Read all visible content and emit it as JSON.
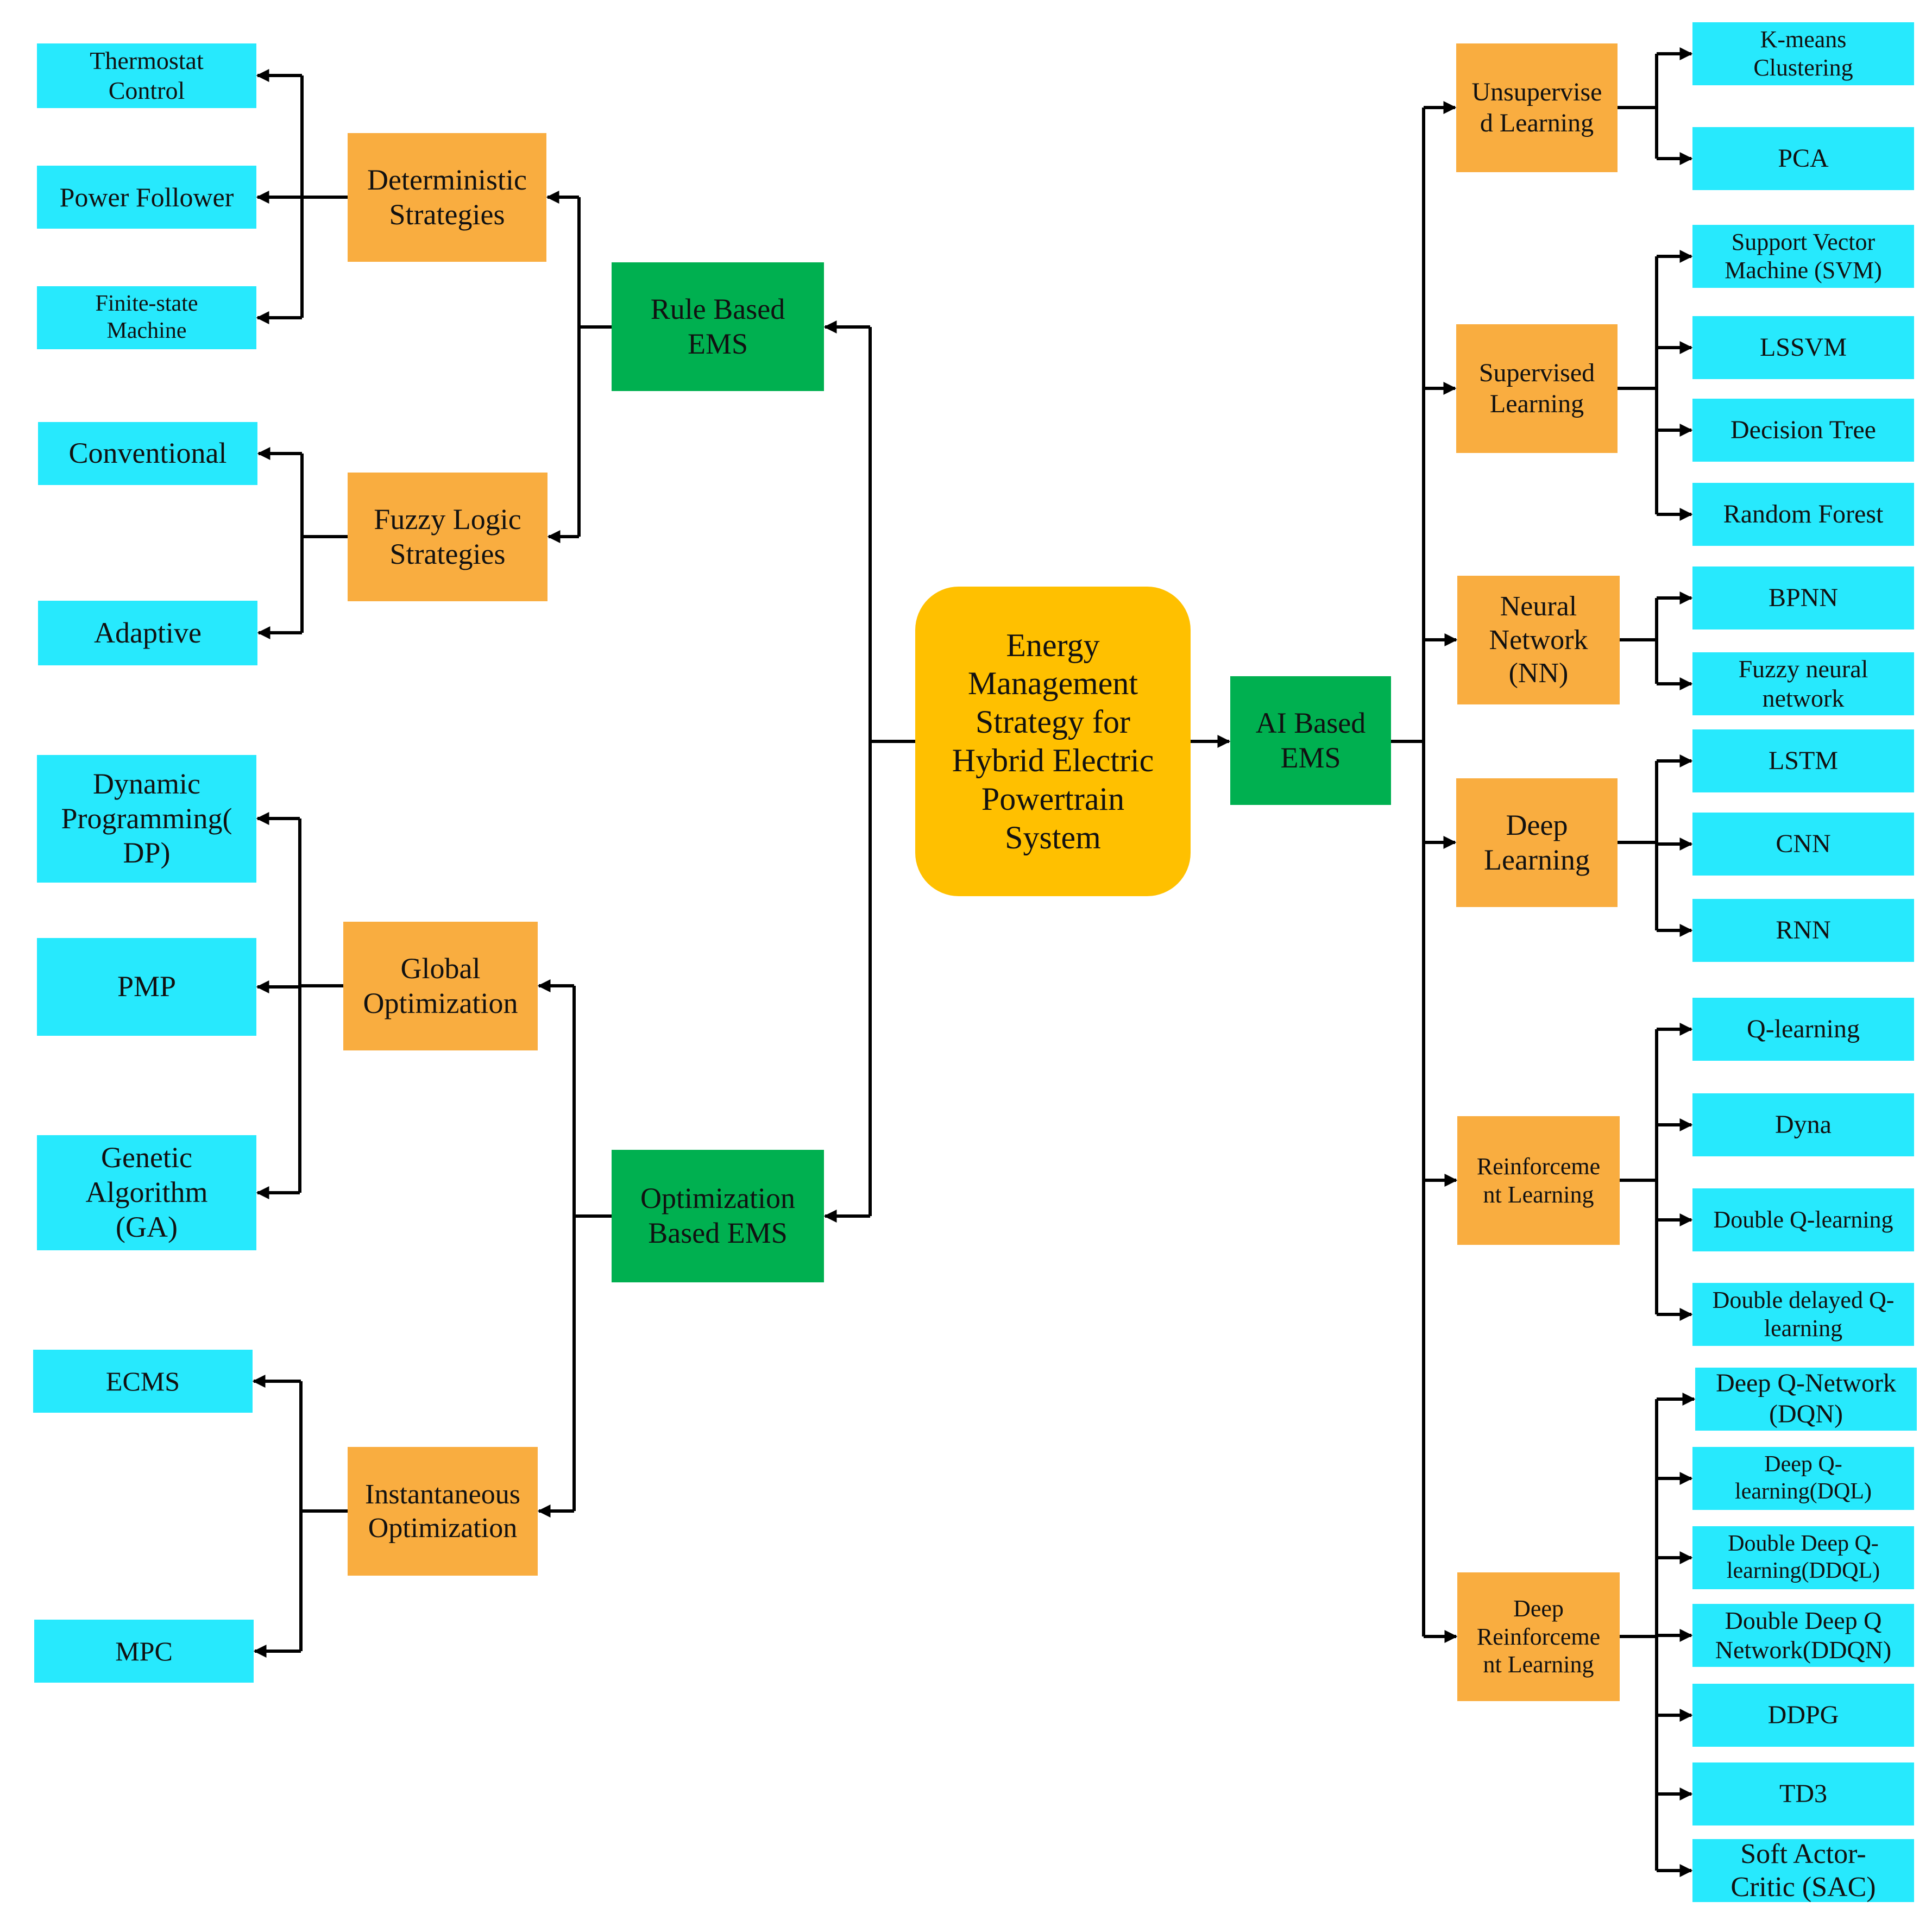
{
  "colors": {
    "root": "#FFC000",
    "ems": "#00B050",
    "category": "#F9AD40",
    "method": "#27E9FD",
    "line": "#000000"
  },
  "root": {
    "label": "Energy\nManagement\nStrategy for\nHybrid Electric\nPowertrain\nSystem"
  },
  "ems": {
    "rule_based": "Rule Based\nEMS",
    "optimization_based": "Optimization\nBased EMS",
    "ai_based": "AI Based\nEMS"
  },
  "categories": {
    "deterministic": "Deterministic\nStrategies",
    "fuzzy": "Fuzzy Logic\nStrategies",
    "global": "Global\nOptimization",
    "instantaneous": "Instantaneous\nOptimization",
    "unsupervised": "Unsupervise\nd Learning",
    "supervised": "Supervised\nLearning",
    "neural": "Neural\nNetwork\n(NN)",
    "deep": "Deep\nLearning",
    "reinforcement": "Reinforceme\nnt Learning",
    "deep_reinforcement": "Deep\nReinforceme\nnt Learning"
  },
  "methods": {
    "thermostat": "Thermostat\nControl",
    "power_follower": "Power Follower",
    "fsm": "Finite-state\nMachine",
    "conventional": "Conventional",
    "adaptive": "Adaptive",
    "dp": "Dynamic\nProgramming(\nDP)",
    "pmp": "PMP",
    "ga": "Genetic\nAlgorithm\n(GA)",
    "ecms": "ECMS",
    "mpc": "MPC",
    "kmeans": "K-means\nClustering",
    "pca": "PCA",
    "svm": "Support Vector\nMachine (SVM)",
    "lssvm": "LSSVM",
    "decision_tree": "Decision Tree",
    "random_forest": "Random Forest",
    "bpnn": "BPNN",
    "fuzzy_nn": "Fuzzy neural\nnetwork",
    "lstm": "LSTM",
    "cnn": "CNN",
    "rnn": "RNN",
    "q_learning": "Q-learning",
    "dyna": "Dyna",
    "double_q": "Double Q-learning",
    "double_delayed_q": "Double delayed Q-\nlearning",
    "dqn": "Deep Q-Network\n(DQN)",
    "dql": "Deep Q-\nlearning(DQL)",
    "ddql": "Double Deep Q-\nlearning(DDQL)",
    "ddqn": "Double Deep Q\nNetwork(DDQN)",
    "ddpg": "DDPG",
    "td3": "TD3",
    "sac": "Soft Actor-\nCritic (SAC)"
  }
}
